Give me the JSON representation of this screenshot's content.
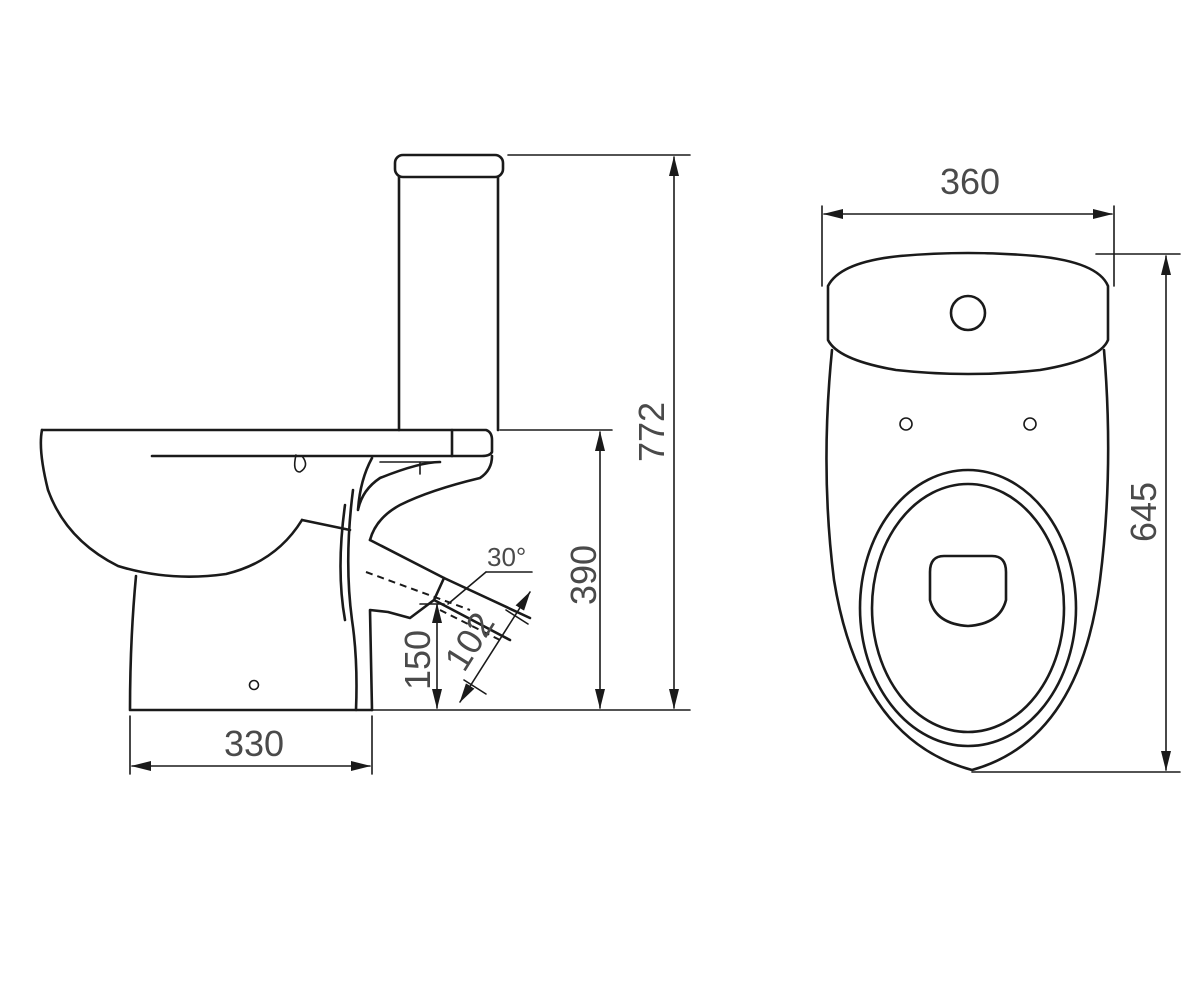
{
  "dimensions": {
    "tank_total_height": "772",
    "seat_height": "390",
    "base_depth": "330",
    "outlet_height": "150",
    "outlet_diameter": "102",
    "outlet_angle": "30°",
    "top_view_width": "360",
    "top_view_length": "645"
  },
  "colors": {
    "stroke": "#1a1a1a",
    "label": "#4a4a4a",
    "background": "#ffffff"
  }
}
